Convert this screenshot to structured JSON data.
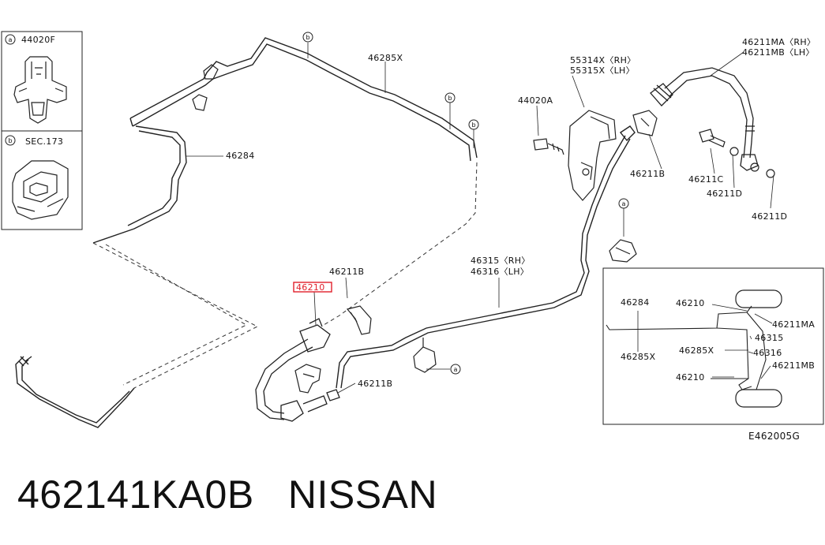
{
  "diagram": {
    "inset_a": {
      "marker": "a",
      "part": "44020F"
    },
    "inset_b": {
      "marker": "b",
      "part": "SEC.173"
    },
    "callout_marker_a": "a",
    "callout_marker_b": "b",
    "labels": {
      "p46285x": "46285X",
      "p46284": "46284",
      "p55314x": "55314X〈RH〉",
      "p55315x": "55315X〈LH〉",
      "p44020a": "44020A",
      "p46211ma": "46211MA〈RH〉",
      "p46211mb": "46211MB〈LH〉",
      "p46211b_top": "46211B",
      "p46211c": "46211C",
      "p46211d_a": "46211D",
      "p46211d_b": "46211D",
      "p46315": "46315〈RH〉",
      "p46316": "46316〈LH〉",
      "p46211b_mid": "46211B",
      "p46210": "46210",
      "p46211b_low": "46211B"
    },
    "overview": {
      "l46284": "46284",
      "l46285x": "46285X",
      "l46210_top": "46210",
      "l46315": "46315",
      "l46211ma": "46211MA",
      "l46285x_mid": "46285X",
      "l46316": "46316",
      "l46211mb": "46211MB",
      "l46210_bot": "46210"
    },
    "figure_code": "E462005G",
    "highlight_color": "#e0202a"
  },
  "caption": {
    "part_number": "462141KA0B",
    "brand": "NISSAN"
  }
}
